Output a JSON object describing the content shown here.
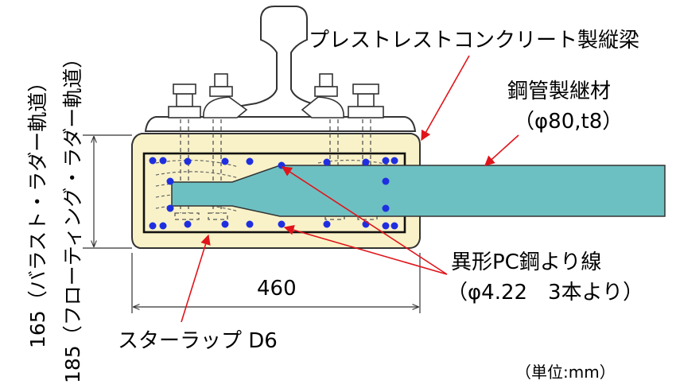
{
  "labels": {
    "girder": "プレストレストコンクリート製縦梁",
    "steel_pipe": "鋼管製継材",
    "steel_pipe_spec": "（φ80,t8）",
    "strand": "異形PC鋼より線",
    "strand_spec": "（φ4.22　3本より）",
    "stirrup": "スターラップ D6",
    "unit": "（単位:mm）"
  },
  "dimensions": {
    "width": "460",
    "height_ballast": "165（バラスト・ラダー軌道）",
    "height_floating": "185（フローティング・ラダー軌道）"
  },
  "colors": {
    "concrete": "#f9f2c8",
    "steel_pipe": "#6dc0c2",
    "strand_dot": "#1f2fe0",
    "arrow": "#e0141a"
  }
}
